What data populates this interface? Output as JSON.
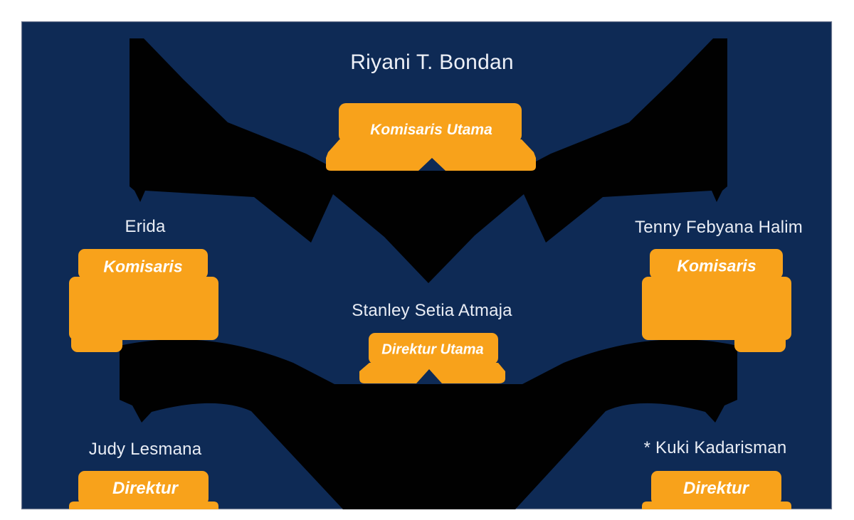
{
  "meta": {
    "description": "Organization structure chart on navy panel",
    "colors": {
      "page_background": "#ffffff",
      "panel_background": "#0e2a55",
      "panel_border": "#6e7890",
      "connector_black": "#010101",
      "badge_orange": "#f8a21b",
      "name_text": "#e9edf5",
      "role_text": "#ffffff"
    }
  },
  "org_chart": {
    "nodes": [
      {
        "level": 1,
        "name": "Riyani T. Bondan",
        "role": "Komisaris Utama"
      },
      {
        "level": 2,
        "name": "Erida",
        "role": "Komisaris"
      },
      {
        "level": 2,
        "name": "Tenny Febyana Halim",
        "role": "Komisaris"
      },
      {
        "level": 3,
        "name": "Stanley Setia Atmaja",
        "role": "Direktur Utama"
      },
      {
        "level": 4,
        "name": "Judy Lesmana",
        "role": "Direktur"
      },
      {
        "level": 4,
        "name": "* Kuki Kadarisman",
        "role": "Direktur"
      }
    ]
  }
}
